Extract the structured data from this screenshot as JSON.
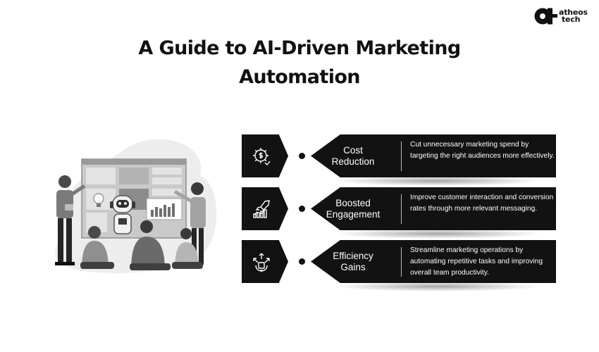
{
  "brand": {
    "line1": "atheos",
    "line2": "tech"
  },
  "title": {
    "line1": "A Guide to AI-Driven Marketing",
    "line2": "Automation"
  },
  "items": [
    {
      "heading_line1": "Cost",
      "heading_line2": "Reduction",
      "icon": "gear-dollar-icon",
      "description": "Cut unnecessary marketing spend by targeting the right audiences more effectively."
    },
    {
      "heading_line1": "Boosted",
      "heading_line2": "Engagement",
      "icon": "rocket-growth-icon",
      "description": "Improve customer interaction and conversion rates through more relevant messaging."
    },
    {
      "heading_line1": "Efficiency",
      "heading_line2": "Gains",
      "icon": "efficiency-arrows-icon",
      "description": "Streamline marketing operations by automating repetitive tasks and improving overall team productivity."
    }
  ],
  "colors": {
    "box": "#121212",
    "text": "#ffffff",
    "accent": "#111111"
  }
}
